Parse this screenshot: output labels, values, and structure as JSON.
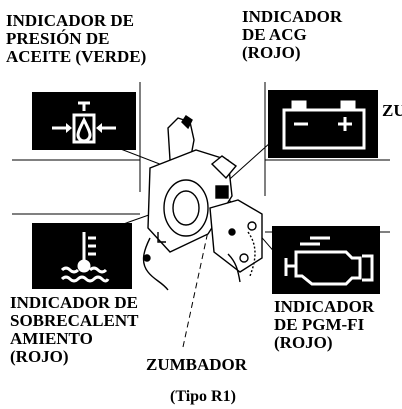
{
  "labels": {
    "oil": [
      "INDICADOR DE",
      "PRESIÓN DE",
      "ACEITE (VERDE)"
    ],
    "acg": [
      "INDICADOR",
      "DE ACG",
      "(ROJO)"
    ],
    "zu": "ZU",
    "overheat": [
      "INDICADOR DE",
      "SOBRECALENT",
      "AMIENTO",
      "(ROJO)"
    ],
    "pgm": [
      "INDICADOR",
      "DE PGM-FI",
      "(ROJO)"
    ],
    "buzzer": "ZUMBADOR",
    "type": "(Tipo R1)"
  },
  "icons": {
    "oil": "oil-pressure-icon",
    "battery": "battery-icon",
    "temperature": "coolant-temperature-icon",
    "engine": "engine-check-icon"
  },
  "colors": {
    "icon_bg": "#000000",
    "icon_fg": "#ffffff",
    "text": "#000000"
  }
}
